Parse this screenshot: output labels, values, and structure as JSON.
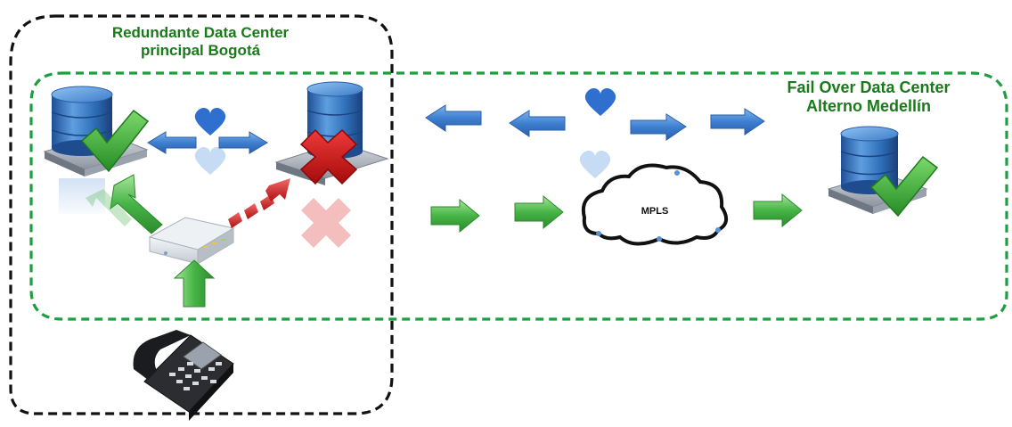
{
  "diagram": {
    "primary_site": {
      "title_line1": "Redundante Data Center",
      "title_line2": "principal Bogotá"
    },
    "failover_site": {
      "title_line1": "Fail Over Data Center",
      "title_line2": "Alterno Medellín"
    },
    "cloud": {
      "label": "MPLS"
    },
    "icons": [
      "database-server-icon",
      "check-mark-icon",
      "x-mark-icon",
      "heart-heartbeat-icon",
      "router-icon",
      "desk-phone-icon",
      "arrow-icon",
      "cloud-icon"
    ],
    "colors": {
      "primary_border": "#111111",
      "failover_border": "#1e9e3e",
      "title_text": "#1a7a1a",
      "check": "#3fb83f",
      "cross": "#d11a1a",
      "heartbeat_arrows": "#3e7fd0",
      "traffic_arrows": "#46b446",
      "database": "#2f6fb8"
    }
  }
}
